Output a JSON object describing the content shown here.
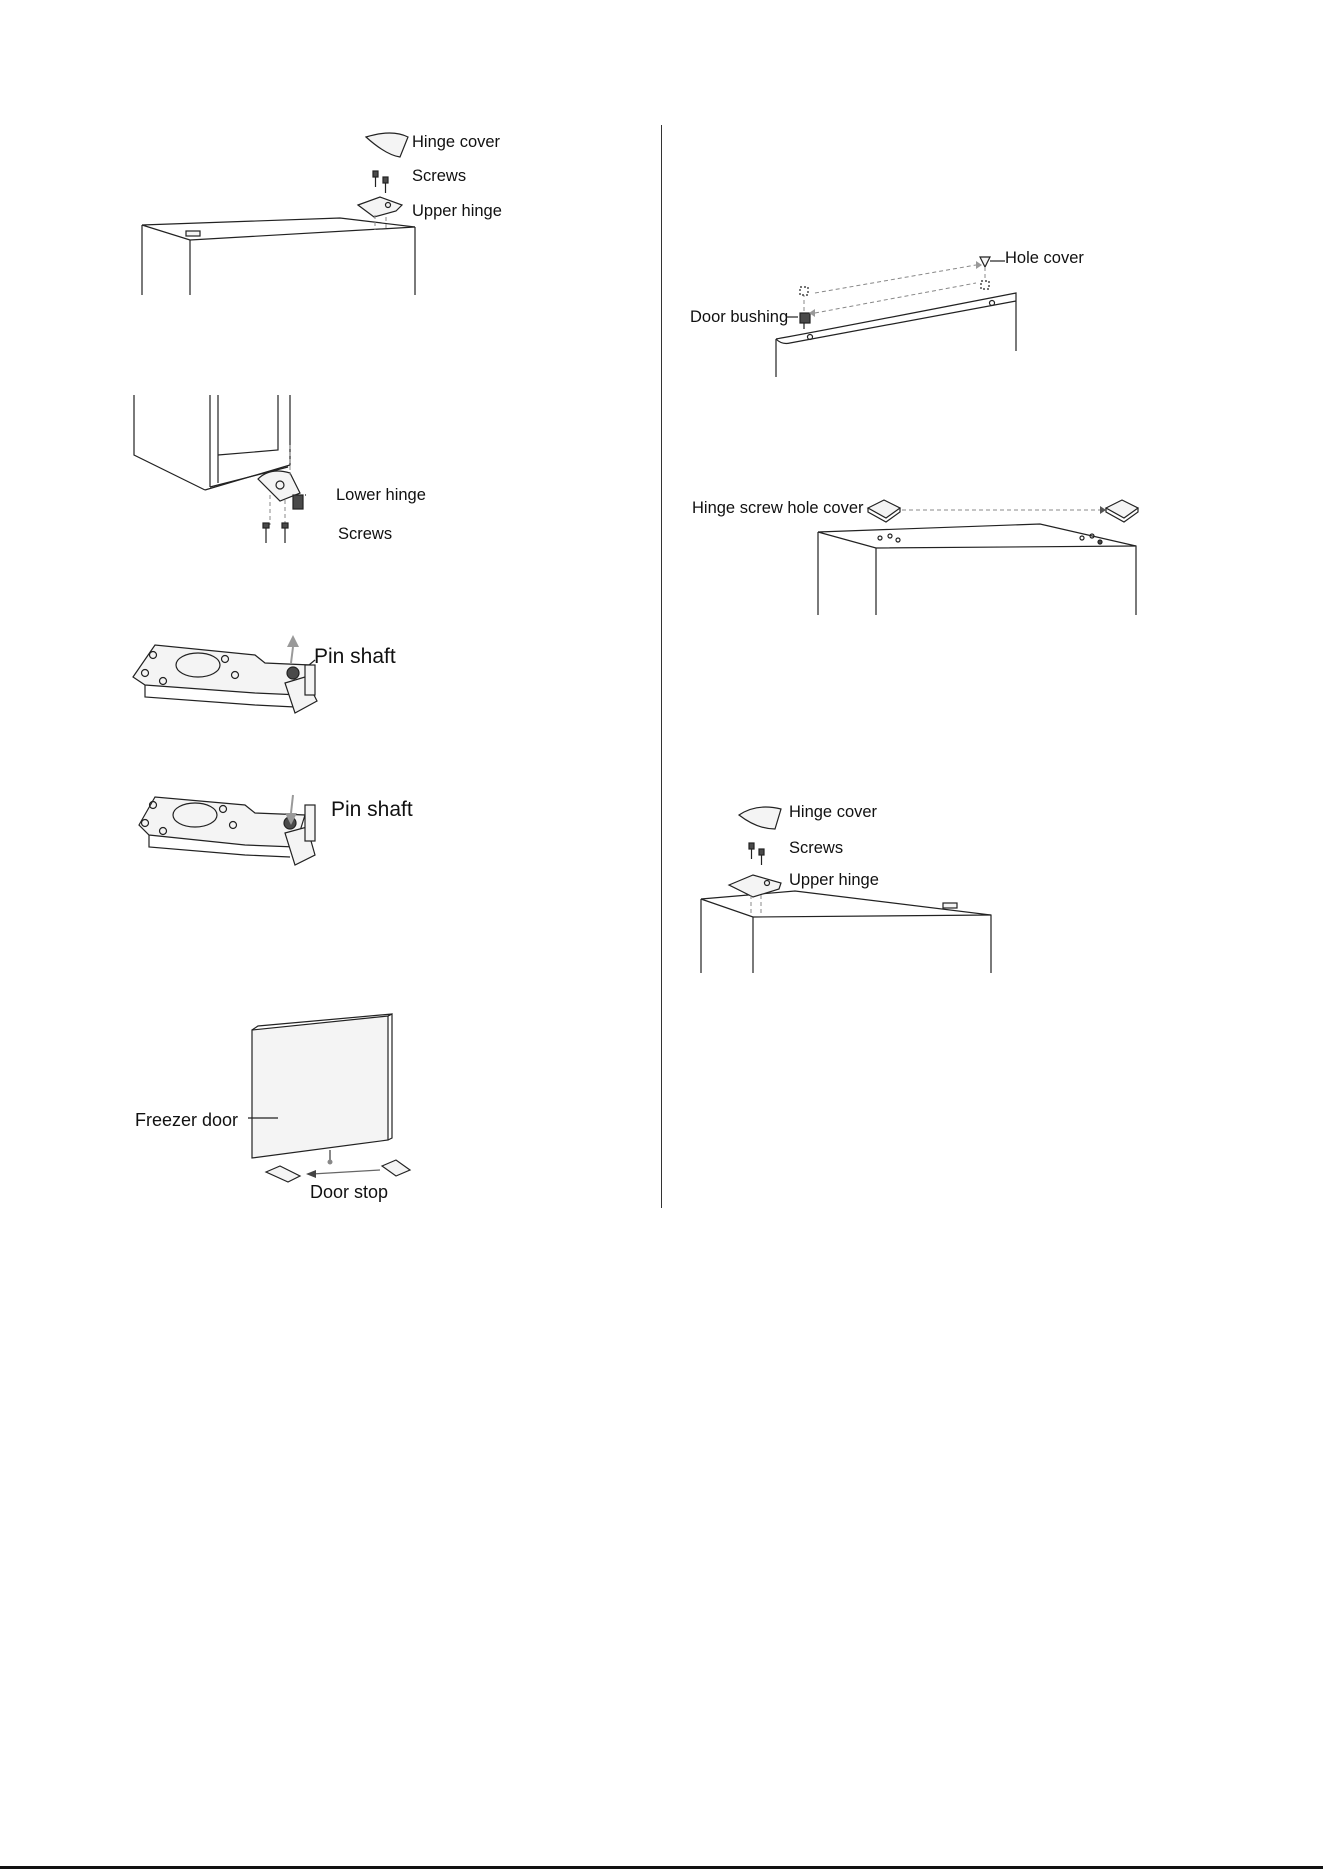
{
  "figures": {
    "upper_hinge_removal": {
      "hinge_cover": "Hinge cover",
      "screws": "Screws",
      "upper_hinge": "Upper hinge"
    },
    "lower_hinge_removal": {
      "lower_hinge": "Lower hinge",
      "screws": "Screws"
    },
    "pin_shaft_remove": {
      "pin_shaft": "Pin shaft"
    },
    "pin_shaft_install": {
      "pin_shaft": "Pin shaft"
    },
    "freezer_door": {
      "freezer_door": "Freezer door",
      "door_stop": "Door stop"
    },
    "door_bushing_swap": {
      "hole_cover": "Hole cover",
      "door_bushing": "Door bushing"
    },
    "hinge_screw_hole_cover": {
      "hinge_screw_hole_cover": "Hinge screw hole cover"
    },
    "upper_hinge_install": {
      "hinge_cover": "Hinge cover",
      "screws": "Screws",
      "upper_hinge": "Upper hinge"
    }
  }
}
